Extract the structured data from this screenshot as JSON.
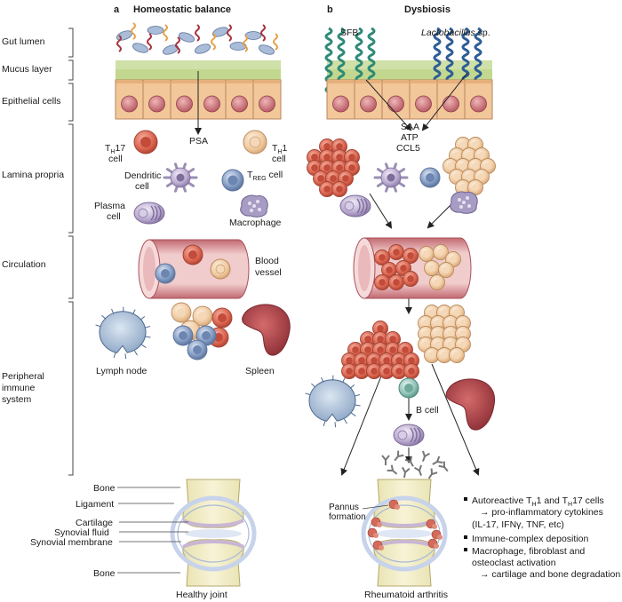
{
  "panels": {
    "a": {
      "letter": "a",
      "title": "Homeostatic balance"
    },
    "b": {
      "letter": "b",
      "title": "Dysbiosis"
    }
  },
  "sections": {
    "gut_lumen": "Gut lumen",
    "mucus_layer": "Mucus layer",
    "epithelial_cells": "Epithelial cells",
    "lamina_propria": "Lamina propria",
    "circulation": "Circulation",
    "peripheral_1": "Peripheral",
    "peripheral_2": "immune",
    "peripheral_3": "system"
  },
  "labels_a": {
    "psa": "PSA",
    "th17": "T",
    "th17_sub": "H",
    "th17_num": "17",
    "th17_cell": "cell",
    "th1": "T",
    "th1_sub": "H",
    "th1_num": "1",
    "th1_cell": "cell",
    "dendritic_1": "Dendritic",
    "dendritic_2": "cell",
    "treg": "T",
    "treg_sub": "REG",
    "treg_cell": " cell",
    "plasma_1": "Plasma",
    "plasma_2": "cell",
    "macrophage": "Macrophage",
    "blood_1": "Blood",
    "blood_2": "vessel",
    "lymph_node": "Lymph node",
    "spleen": "Spleen"
  },
  "labels_b": {
    "sfb": "SFB",
    "lactobacillus": "Lactobacillus",
    "lactobacillus_sp": " sp.",
    "saa": "SAA",
    "atp": "ATP",
    "ccl5": "CCL5",
    "b_cell": "B cell"
  },
  "joint_a": {
    "bone_top": "Bone",
    "ligament": "Ligament",
    "cartilage": "Cartilage",
    "synovial_fluid": "Synovial fluid",
    "synovial_membrane": "Synovial membrane",
    "bone_bottom": "Bone",
    "caption": "Healthy joint"
  },
  "joint_b": {
    "pannus_1": "Pannus",
    "pannus_2": "formation",
    "caption": "Rheumatoid arthritis"
  },
  "notes": {
    "n1_a": "Autoreactive T",
    "n1_sub1": "H",
    "n1_b": "1 and T",
    "n1_sub2": "H",
    "n1_c": "17 cells",
    "n1_line2": "→ pro-inflammatory cytokines",
    "n1_line3": "(IL-17, IFNγ, TNF, etc)",
    "n2": "Immune-complex deposition",
    "n3_line1": "Macrophage, fibroblast and",
    "n3_line2": "osteoclast activation",
    "n3_line3": "→ cartilage and bone degradation"
  },
  "colors": {
    "th17": "#d9634e",
    "th1": "#f0c9a0",
    "treg": "#7f98c0",
    "epithelium": "#f2c79a",
    "mucus": "#cfe0a8",
    "vessel": "#e7b4b4"
  }
}
